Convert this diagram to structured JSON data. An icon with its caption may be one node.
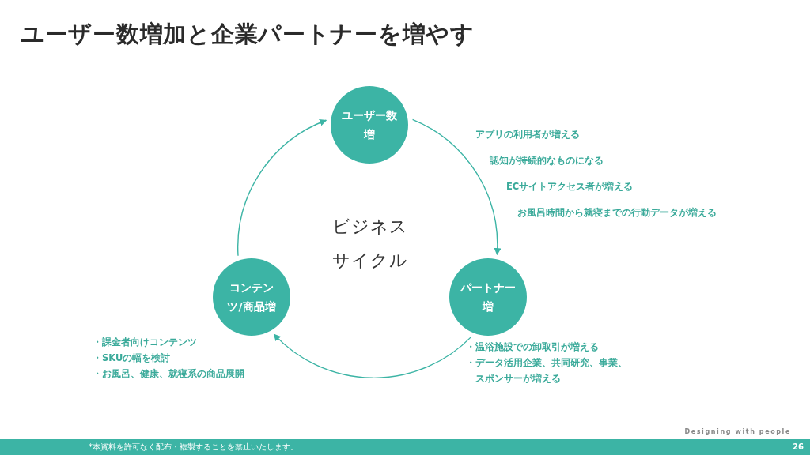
{
  "diagram": {
    "title": "ユーザー数増加と企業パートナーを増やす",
    "nodes": [
      {
        "text": [
          "ユーザー数増"
        ],
        "beside": [
          "アプリの利用者が増える",
          "認知が持続的なものになる",
          "ECサイトアクセス者が増える",
          "お風呂時間から就寝までの行動データが増える"
        ]
      },
      {
        "text": [
          "パートナー増"
        ],
        "beside": [
          "・温浴施設での卸取引が増える",
          "・データ活用企業、共同研究、事業、スポンサーが増える"
        ]
      },
      {
        "text": [
          "コンテンツ/商品増"
        ],
        "beside": [
          "・課金者向けコンテンツ",
          "・SKUの幅を検討",
          "・お風呂、健康、就寝系の商品展開"
        ]
      }
    ],
    "edges": [
      {
        "from": 0,
        "to": 1,
        "arrow": "to"
      },
      {
        "from": 1,
        "to": 2,
        "arrow": "to"
      },
      {
        "from": 2,
        "to": 0,
        "arrow": "to"
      }
    ],
    "labels": [
      "ビジネス",
      "サイクル",
      "Designing with people",
      "*本資料を許可なく配布・複製することを禁止いたします。",
      "26"
    ]
  }
}
